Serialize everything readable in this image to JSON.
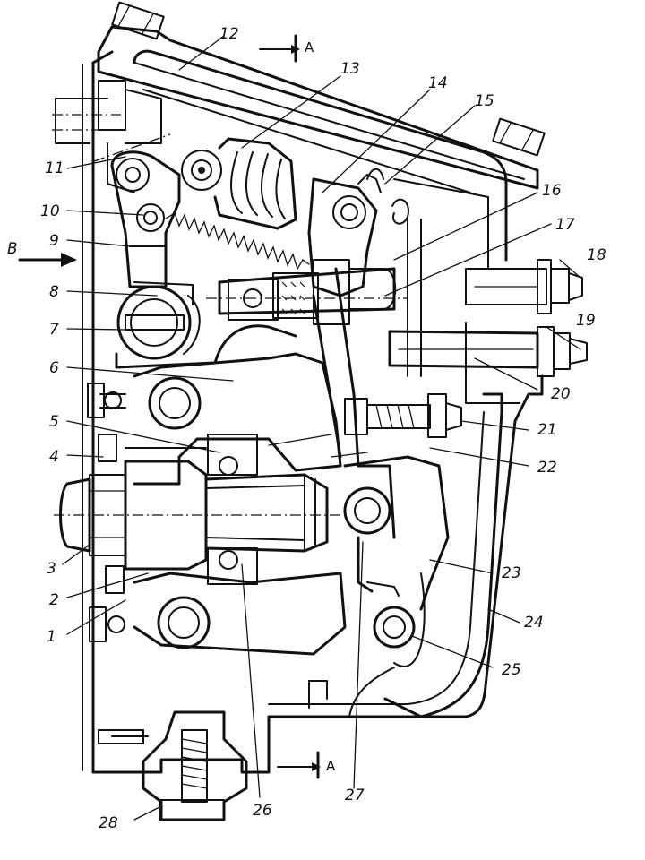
{
  "callouts": [
    {
      "num": "1"
    },
    {
      "num": "2"
    },
    {
      "num": "3"
    },
    {
      "num": "4"
    },
    {
      "num": "5"
    },
    {
      "num": "6"
    },
    {
      "num": "7"
    },
    {
      "num": "8"
    },
    {
      "num": "9"
    },
    {
      "num": "10"
    },
    {
      "num": "11"
    },
    {
      "num": "12"
    },
    {
      "num": "13"
    },
    {
      "num": "14"
    },
    {
      "num": "15"
    },
    {
      "num": "16"
    },
    {
      "num": "17"
    },
    {
      "num": "18"
    },
    {
      "num": "19"
    },
    {
      "num": "20"
    },
    {
      "num": "21"
    },
    {
      "num": "22"
    },
    {
      "num": "23"
    },
    {
      "num": "24"
    },
    {
      "num": "25"
    },
    {
      "num": "26"
    },
    {
      "num": "27"
    },
    {
      "num": "28"
    }
  ],
  "view_marker": {
    "letter": "B"
  },
  "section_marks": [
    {
      "letter": "A"
    },
    {
      "letter": "A"
    }
  ]
}
